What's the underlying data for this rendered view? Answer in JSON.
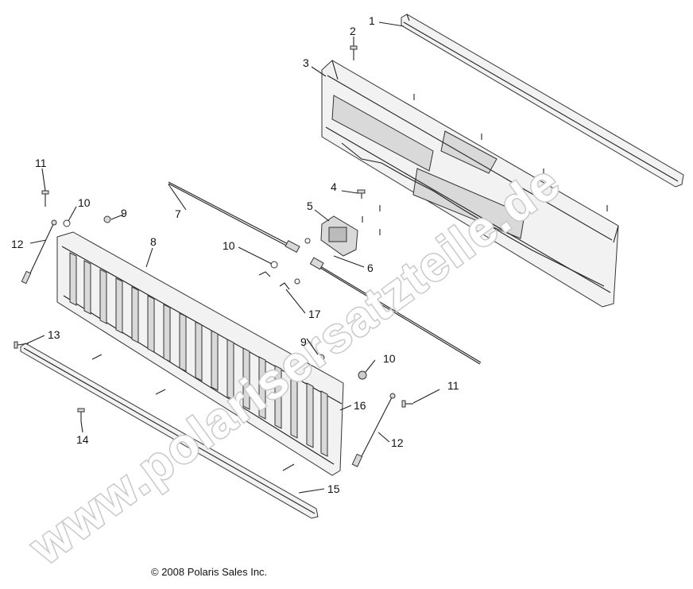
{
  "diagram": {
    "callouts": [
      {
        "id": "c1",
        "label": "1"
      },
      {
        "id": "c2",
        "label": "2"
      },
      {
        "id": "c3",
        "label": "3"
      },
      {
        "id": "c4",
        "label": "4"
      },
      {
        "id": "c5",
        "label": "5"
      },
      {
        "id": "c6",
        "label": "6"
      },
      {
        "id": "c7",
        "label": "7"
      },
      {
        "id": "c8",
        "label": "8"
      },
      {
        "id": "c9a",
        "label": "9"
      },
      {
        "id": "c9b",
        "label": "9"
      },
      {
        "id": "c10a",
        "label": "10"
      },
      {
        "id": "c10b",
        "label": "10"
      },
      {
        "id": "c10c",
        "label": "10"
      },
      {
        "id": "c11a",
        "label": "11"
      },
      {
        "id": "c11b",
        "label": "11"
      },
      {
        "id": "c12a",
        "label": "12"
      },
      {
        "id": "c12b",
        "label": "12"
      },
      {
        "id": "c13",
        "label": "13"
      },
      {
        "id": "c14",
        "label": "14"
      },
      {
        "id": "c15",
        "label": "15"
      },
      {
        "id": "c16",
        "label": "16"
      },
      {
        "id": "c17",
        "label": "17"
      }
    ],
    "watermark": "www.polarisersatzteile.de",
    "copyright": "© 2008 Polaris Sales Inc."
  }
}
